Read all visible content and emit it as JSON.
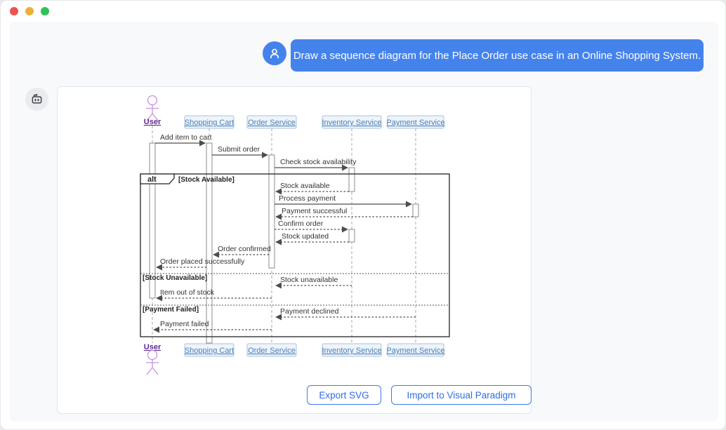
{
  "window": {
    "controls": [
      "close",
      "minimize",
      "zoom"
    ]
  },
  "chat": {
    "user_message": "Draw a sequence diagram for the Place Order use case in an Online Shopping System."
  },
  "diagram": {
    "type": "uml-sequence",
    "actor": "User",
    "participants": [
      "Shopping Cart",
      "Order Service",
      "Inventory Service",
      "Payment Service"
    ],
    "fragment": {
      "operator": "alt",
      "guards": [
        "[Stock Available]",
        "[Stock Unavailable]",
        "[Payment Failed]"
      ]
    },
    "messages": [
      {
        "label": "Add item to cart",
        "from": "User",
        "to": "Shopping Cart",
        "style": "solid"
      },
      {
        "label": "Submit order",
        "from": "Shopping Cart",
        "to": "Order Service",
        "style": "solid"
      },
      {
        "label": "Check stock availability",
        "from": "Order Service",
        "to": "Inventory Service",
        "style": "solid"
      },
      {
        "label": "Stock available",
        "from": "Inventory Service",
        "to": "Order Service",
        "style": "dashed"
      },
      {
        "label": "Process payment",
        "from": "Order Service",
        "to": "Payment Service",
        "style": "solid"
      },
      {
        "label": "Payment successful",
        "from": "Payment Service",
        "to": "Order Service",
        "style": "dashed"
      },
      {
        "label": "Confirm order",
        "from": "Order Service",
        "to": "Inventory Service",
        "style": "dashed"
      },
      {
        "label": "Stock updated",
        "from": "Inventory Service",
        "to": "Order Service",
        "style": "dashed"
      },
      {
        "label": "Order confirmed",
        "from": "Order Service",
        "to": "Shopping Cart",
        "style": "dashed"
      },
      {
        "label": "Order placed successfully",
        "from": "Shopping Cart",
        "to": "User",
        "style": "dashed"
      },
      {
        "label": "Stock unavailable",
        "from": "Inventory Service",
        "to": "Order Service",
        "style": "dashed"
      },
      {
        "label": "Item out of stock",
        "from": "Order Service",
        "to": "User",
        "style": "dashed"
      },
      {
        "label": "Payment declined",
        "from": "Payment Service",
        "to": "Order Service",
        "style": "dashed"
      },
      {
        "label": "Payment failed",
        "from": "Order Service",
        "to": "User",
        "style": "dashed"
      }
    ]
  },
  "footer": {
    "export_label": "Export SVG",
    "import_label": "Import to Visual Paradigm"
  },
  "colors": {
    "accent_blue": "#4583ec",
    "button_blue": "#2e6de5",
    "actor_purple": "#c493dd",
    "participant_text_blue": "#4a7fb5",
    "bubble_text": "#ffffff"
  }
}
